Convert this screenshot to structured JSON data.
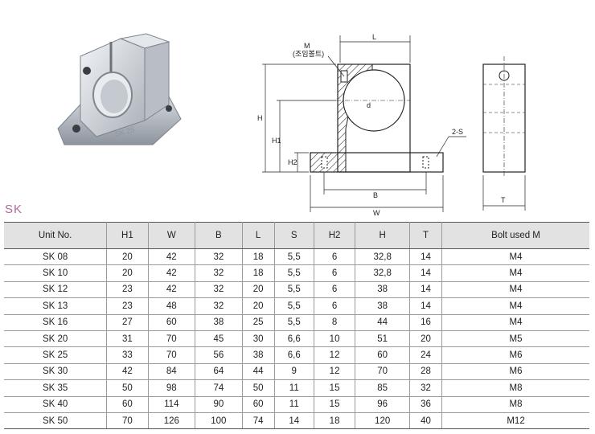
{
  "product": {
    "series_title": "SK",
    "image_marking": "SK 25"
  },
  "drawing": {
    "labels": {
      "bolt": "M",
      "bolt_note": "(조임볼트)",
      "length": "L",
      "height": "H",
      "shaft_height": "H1",
      "base_height": "H2",
      "diameter": "d",
      "slot": "2-S",
      "bolt_spacing": "B",
      "width": "W",
      "thickness": "T"
    }
  },
  "table": {
    "columns": [
      "Unit No.",
      "H1",
      "W",
      "B",
      "L",
      "S",
      "H2",
      "H",
      "T",
      "Bolt used M"
    ],
    "rows": [
      [
        "SK 08",
        "20",
        "42",
        "32",
        "18",
        "5,5",
        "6",
        "32,8",
        "14",
        "M4"
      ],
      [
        "SK 10",
        "20",
        "42",
        "32",
        "18",
        "5,5",
        "6",
        "32,8",
        "14",
        "M4"
      ],
      [
        "SK 12",
        "23",
        "42",
        "32",
        "20",
        "5,5",
        "6",
        "38",
        "14",
        "M4"
      ],
      [
        "SK 13",
        "23",
        "48",
        "32",
        "20",
        "5,5",
        "6",
        "38",
        "14",
        "M4"
      ],
      [
        "SK 16",
        "27",
        "60",
        "38",
        "25",
        "5,5",
        "8",
        "44",
        "16",
        "M4"
      ],
      [
        "SK 20",
        "31",
        "70",
        "45",
        "30",
        "6,6",
        "10",
        "51",
        "20",
        "M5"
      ],
      [
        "SK 25",
        "33",
        "70",
        "56",
        "38",
        "6,6",
        "12",
        "60",
        "24",
        "M6"
      ],
      [
        "SK 30",
        "42",
        "84",
        "64",
        "44",
        "9",
        "12",
        "70",
        "28",
        "M6"
      ],
      [
        "SK 35",
        "50",
        "98",
        "74",
        "50",
        "11",
        "15",
        "85",
        "32",
        "M8"
      ],
      [
        "SK 40",
        "60",
        "114",
        "90",
        "60",
        "11",
        "15",
        "96",
        "36",
        "M8"
      ],
      [
        "SK 50",
        "70",
        "126",
        "100",
        "74",
        "14",
        "18",
        "120",
        "40",
        "M12"
      ]
    ]
  }
}
